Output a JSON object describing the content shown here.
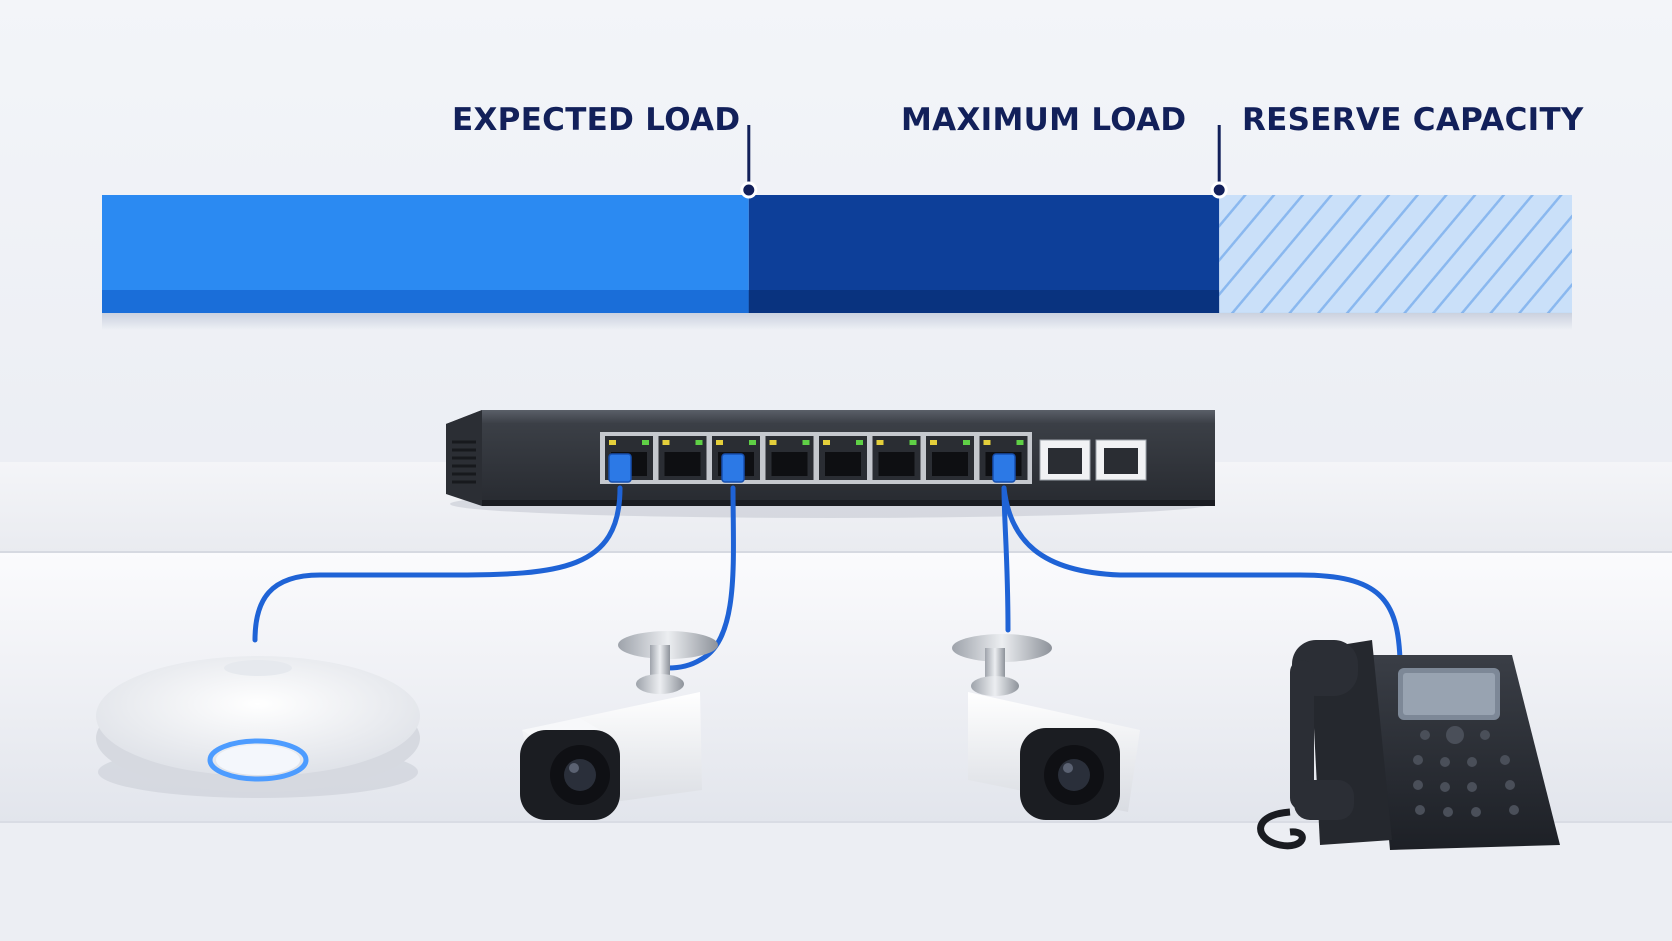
{
  "load_bar": {
    "segments": [
      {
        "label": "EXPECTED LOAD",
        "fraction": 0.44,
        "color": "#2b8af2"
      },
      {
        "label": "MAXIMUM LOAD",
        "fraction": 0.32,
        "color": "#0d3f99"
      },
      {
        "label": "RESERVE CAPACITY",
        "fraction": 0.24,
        "color": "#b7d6fb",
        "pattern": "hatched"
      }
    ]
  },
  "switch": {
    "poe_ports": 8,
    "uplink_ports": 2,
    "cable_color": "#1f63d6"
  },
  "devices": [
    {
      "name": "wireless access point",
      "icon": "access-point-icon"
    },
    {
      "name": "bullet camera",
      "icon": "camera-icon"
    },
    {
      "name": "bullet camera",
      "icon": "camera-icon"
    },
    {
      "name": "VoIP desk phone",
      "icon": "phone-icon"
    }
  ]
}
